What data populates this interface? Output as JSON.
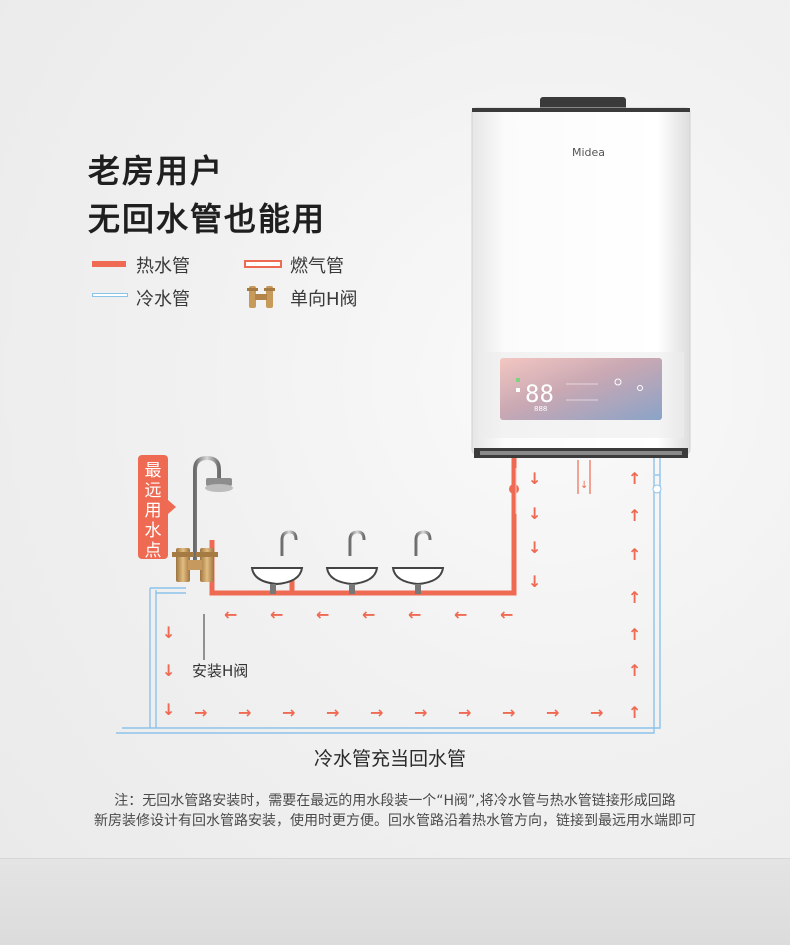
{
  "headline": {
    "line1": "老房用户",
    "line2": "无回水管也能用"
  },
  "legend": {
    "hot_pipe": "热水管",
    "gas_pipe": "燃气管",
    "cold_pipe": "冷水管",
    "h_valve": "单向H阀"
  },
  "brand": "Midea",
  "display": {
    "temp": "88",
    "sub": "888"
  },
  "far_point_label": [
    "最",
    "远",
    "用",
    "水",
    "点"
  ],
  "install_label": "安装H阀",
  "caption": "冷水管充当回水管",
  "note": {
    "line1": "注：无回水管路安装时，需要在最远的用水段装一个“H阀”,将冷水管与热水管链接形成回路",
    "line2": "新房装修设计有回水管路安装，使用时更方便。回水管路沿着热水管方向，链接到最远用水端即可"
  },
  "colors": {
    "hot": "#ef6a52",
    "cold": "#8cc3ea",
    "valve": "#c89a5a"
  }
}
